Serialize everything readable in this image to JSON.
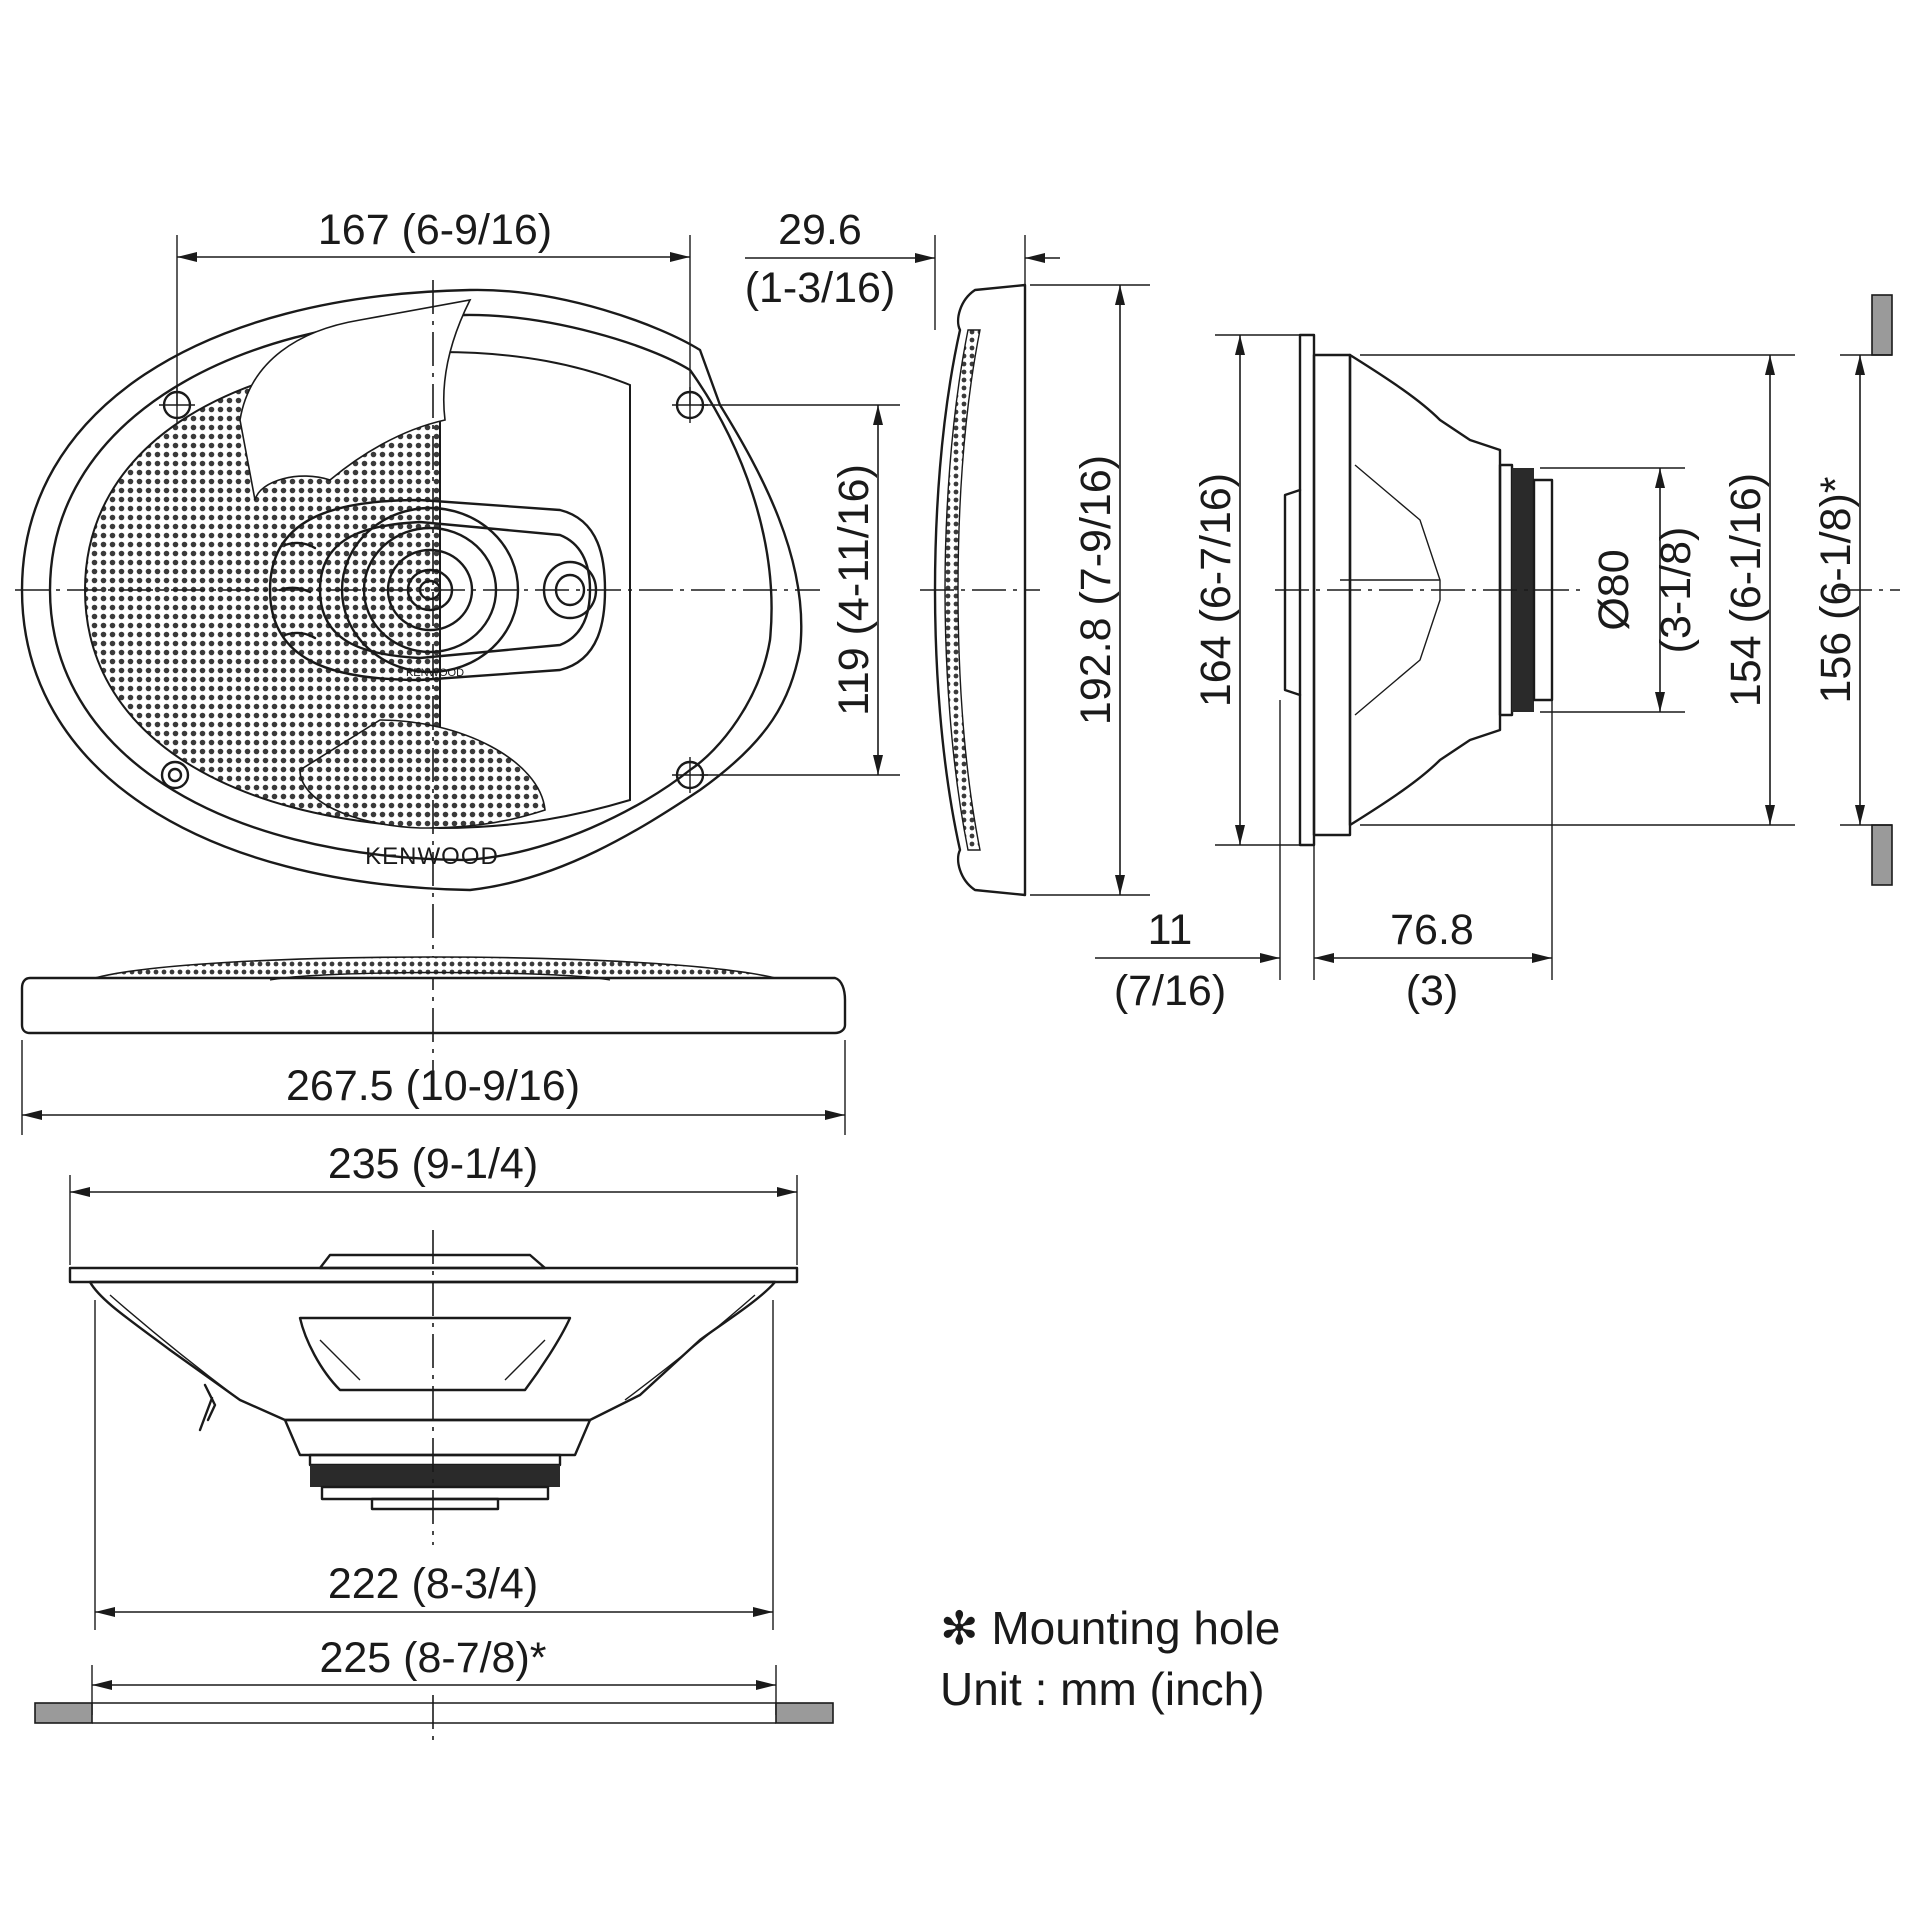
{
  "dimensions": {
    "front_width": "167 (6-9/16)",
    "grille_depth_mm": "29.6",
    "grille_depth_in": "(1-3/16)",
    "front_hole_spacing": "119 (4-11/16)",
    "front_height": "192.8 (7-9/16)",
    "frame_height": "164 (6-7/16)",
    "magnet_diameter_mm": "Ø80",
    "magnet_diameter_in": "(3-1/8)",
    "basket_height": "154 (6-1/16)",
    "cutout_height": "156 (6-1/8)*",
    "flange_depth_mm": "11",
    "flange_depth_in": "(7/16)",
    "mount_depth_mm": "76.8",
    "mount_depth_in": "(3)",
    "overall_width": "267.5 (10-9/16)",
    "frame_width": "235 (9-1/4)",
    "basket_width": "222 (8-3/4)",
    "cutout_width": "225 (8-7/8)*"
  },
  "branding": {
    "logo_large": "KENWOOD",
    "logo_small": "KENWOOD"
  },
  "notes": {
    "mounting_hole": "✻ Mounting hole",
    "unit": "Unit : mm (inch)"
  }
}
